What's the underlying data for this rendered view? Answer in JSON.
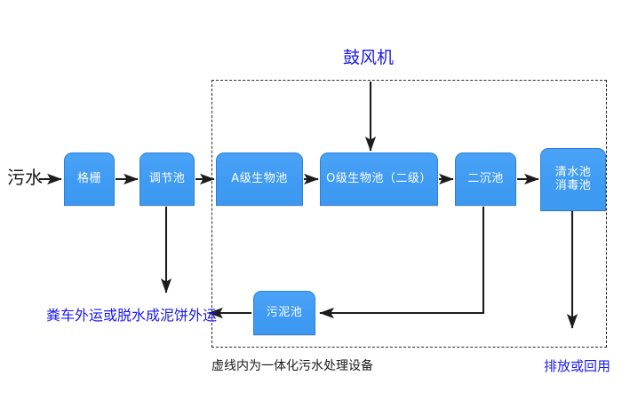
{
  "diagram": {
    "title_label": "鼓风机",
    "inlet_label": "污水",
    "boundary_caption": "虚线内为一体化污水处理设备",
    "outlet_label": "排放或回用",
    "sludge_disposal_label": "粪车外运或脱水成泥饼外运",
    "colors": {
      "node_fill": "#42a0f7",
      "node_border": "#2d7fd4",
      "node_text": "#ffffff",
      "blue_text": "#1a1aee",
      "black_text": "#1a1a1a",
      "wire": "#1c1c1c",
      "dashed_border": "#2a2a2a",
      "background": "#ffffff"
    },
    "nodes": [
      {
        "id": "grating",
        "label": "格栅"
      },
      {
        "id": "equalize",
        "label": "调节池"
      },
      {
        "id": "a-stage",
        "label": "A级生物池"
      },
      {
        "id": "o-stage",
        "label": "O级生物池（二级）"
      },
      {
        "id": "clarifier",
        "label": "二沉池"
      },
      {
        "id": "clearwell",
        "label": "清水池\n消毒池"
      },
      {
        "id": "sludge",
        "label": "污泥池"
      }
    ]
  }
}
